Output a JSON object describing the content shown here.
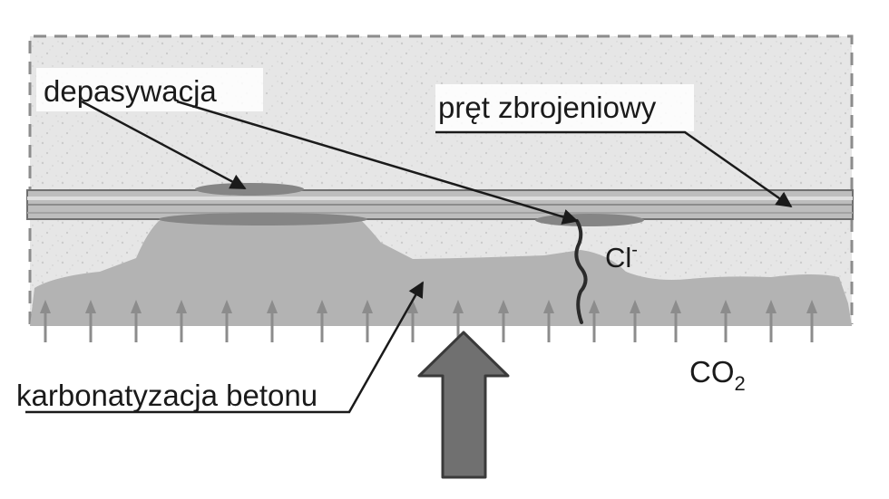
{
  "labels": {
    "depassivation": "depasywacja",
    "rebar": "pręt zbrojeniowy",
    "chloride": "Cl",
    "chloride_charge": "-",
    "carbonation": "karbonatyzacja betonu",
    "co2_base": "CO",
    "co2_sub": "2"
  },
  "colors": {
    "concrete_fill": "#e4e4e4",
    "concrete_speckle": "#cfcfcf",
    "carbonated_zone": "#b2b2b2",
    "rebar_body": "#b8b8b8",
    "rebar_outline": "#6f6f6f",
    "depassivation_spot": "#8a8a8a",
    "small_arrows": "#8c8c8c",
    "big_arrow_fill": "#707070",
    "big_arrow_outline": "#3a3a3a",
    "border_dash": "#8c8c8c",
    "text": "#1a1a1a"
  }
}
